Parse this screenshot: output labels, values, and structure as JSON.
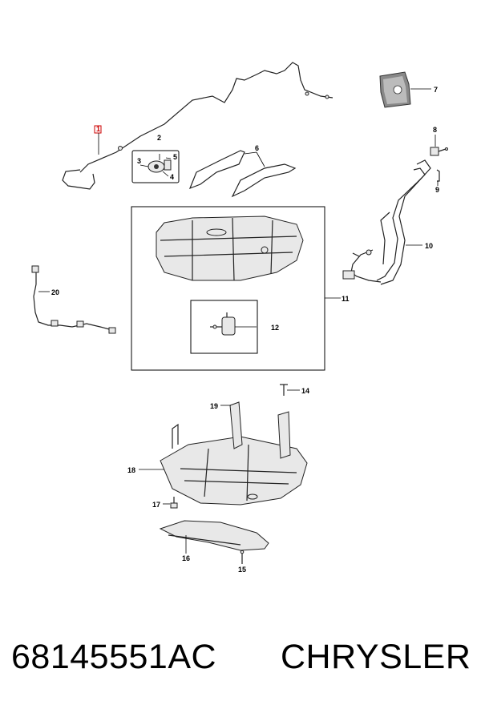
{
  "diagram": {
    "callouts": {
      "c1": "1",
      "c2": "2",
      "c3": "3",
      "c4": "4",
      "c5": "5",
      "c6": "6",
      "c7": "7",
      "c8": "8",
      "c9": "9",
      "c10": "10",
      "c11": "11",
      "c12": "12",
      "c14": "14",
      "c15": "15",
      "c16": "16",
      "c17": "17",
      "c18": "18",
      "c19": "19",
      "c20": "20"
    },
    "highlighted_callout": "1",
    "highlight_color": "#cc0000"
  },
  "footer": {
    "part_number": "68145551AC",
    "brand": "CHRYSLER"
  }
}
